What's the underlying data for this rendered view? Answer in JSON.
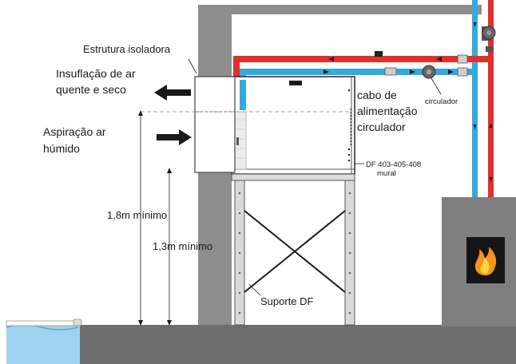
{
  "labels": {
    "estrutura": "Estrutura isoladora",
    "insuflacao_line1": "Insuflação de ar",
    "insuflacao_line2": "quente e seco",
    "aspiracao_line1": "Aspiração ar",
    "aspiracao_line2": "húmido",
    "altura_1_8": "1,8m mínimo",
    "altura_1_3": "1,3m mínimo",
    "cabo_line1": "cabo de",
    "cabo_line2": "alimentação",
    "cabo_line3": "circulador",
    "circulador": "circulador",
    "modelo_line1": "DF 403-405-408",
    "modelo_line2": "mural",
    "suporte": "Suporte DF"
  },
  "colors": {
    "hot_pipe": "#e0302a",
    "cold_pipe": "#33a9de",
    "wall": "#8e8e8e",
    "floor": "#6d6d6d",
    "stove": "#7f7f7f",
    "water": "#9ed3f0",
    "flame_outer": "#f6941d",
    "flame_inner": "#ffd43b"
  },
  "icons": {
    "blow_arrow": "arrow-left-icon",
    "suction_arrow": "arrow-right-icon",
    "pump": "circulator-pump-icon",
    "fire": "fire-icon"
  }
}
